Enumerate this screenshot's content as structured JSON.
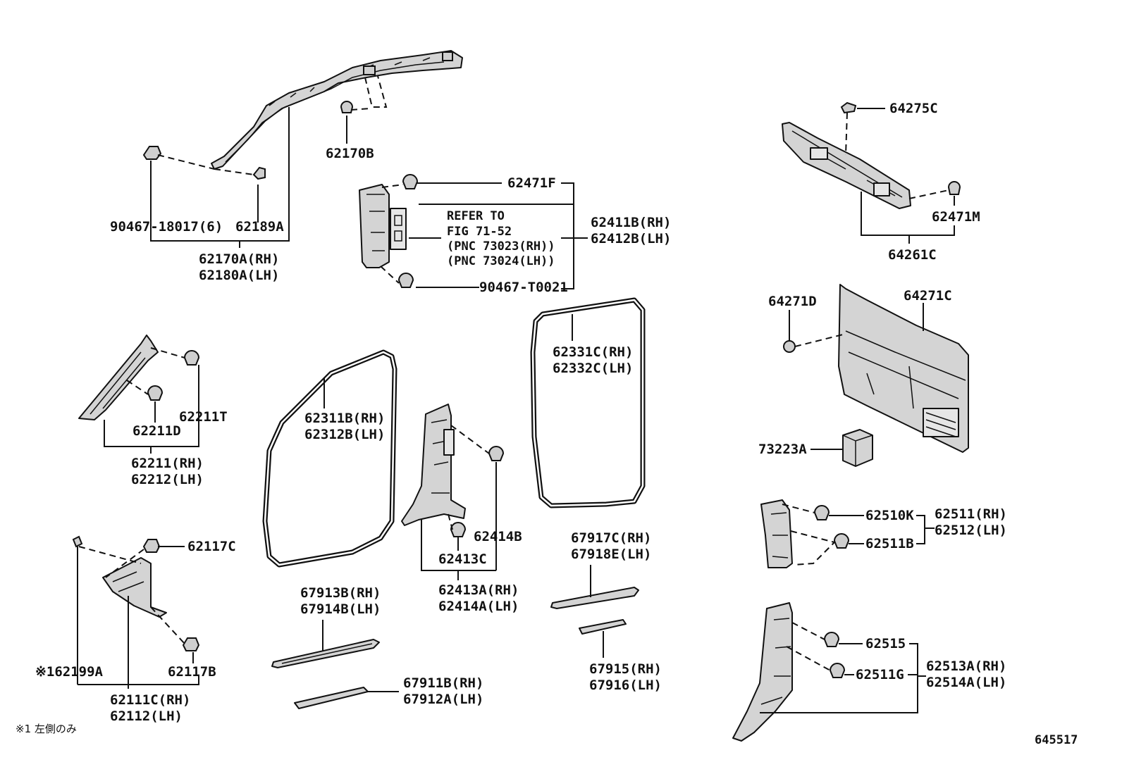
{
  "diagram_id": "645517",
  "footnote": "※1 左側のみ",
  "groups": {
    "pillar_a_upper": {
      "parts": [
        "90467-18017(6)",
        "62189A"
      ],
      "assembly": [
        "62170A(RH)",
        "62180A(LH)"
      ],
      "clip": "62170B"
    },
    "center_pillar_upper": {
      "clip_top": "62471F",
      "refer": [
        "REFER TO",
        "FIG 71-52",
        "(PNC 73023(RH))",
        "(PNC 73024(LH))"
      ],
      "assembly": [
        "62411B(RH)",
        "62412B(LH)"
      ],
      "clip_bottom": "90467-T0021"
    },
    "pillar_a_lower": {
      "clip_a": "62211T",
      "clip_b": "62211D",
      "assembly": [
        "62211(RH)",
        "62212(LH)"
      ]
    },
    "cowl_side": {
      "clip_top": "62117C",
      "clip_bottom": "62117B",
      "sub": "※162199A",
      "assembly": [
        "62111C(RH)",
        "62112(LH)"
      ]
    },
    "front_door_weatherstrip": [
      "62311B(RH)",
      "62312B(LH)"
    ],
    "rear_door_weatherstrip": [
      "62331C(RH)",
      "62332C(LH)"
    ],
    "center_pillar_lower": {
      "clip": "62414B",
      "clip2": "62413C",
      "assembly": [
        "62413A(RH)",
        "62414A(LH)"
      ]
    },
    "front_scuff_plate": [
      "67913B(RH)",
      "67914B(LH)"
    ],
    "front_scuff_inner": [
      "67911B(RH)",
      "67912A(LH)"
    ],
    "rear_scuff_plate": [
      "67917C(RH)",
      "67918E(LH)"
    ],
    "rear_scuff_inner": [
      "67915(RH)",
      "67916(LH)"
    ],
    "roof_header": {
      "clip_top": "64275C",
      "clip_side": "62471M",
      "assembly": "64261C"
    },
    "back_trim": {
      "clip": "64271D",
      "panel": "64271C",
      "box": "73223A"
    },
    "quarter_upper": {
      "clip_a": "62510K",
      "clip_b": "62511B",
      "assembly": [
        "62511(RH)",
        "62512(LH)"
      ]
    },
    "quarter_lower": {
      "clip_a": "62515",
      "clip_b": "62511G",
      "assembly": [
        "62513A(RH)",
        "62514A(LH)"
      ]
    }
  }
}
